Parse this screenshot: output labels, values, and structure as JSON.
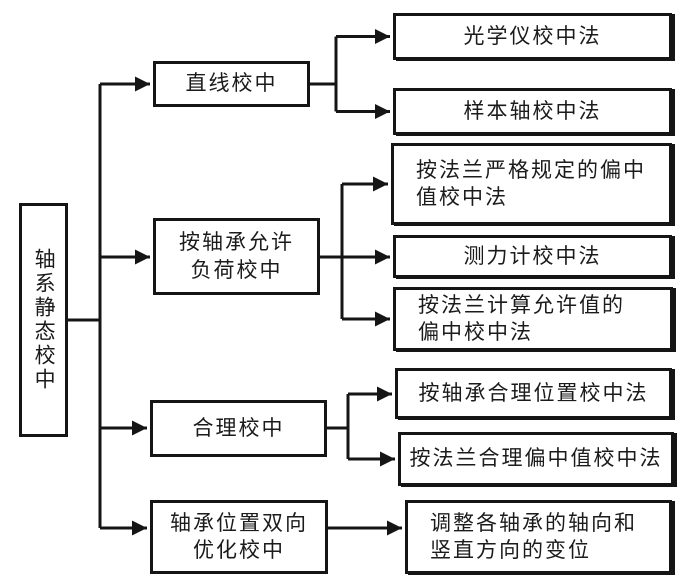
{
  "colors": {
    "ink": "#1b1b1b",
    "background": "#ffffff"
  },
  "diagram": {
    "root": {
      "label": "轴系静态校中"
    },
    "branches": [
      {
        "label": "直线校中",
        "children": [
          "光学仪校中法",
          "样本轴校中法"
        ]
      },
      {
        "label": "按轴承允许\n负荷校中",
        "children": [
          "按法兰严格规定的偏中\n值校中法",
          "测力计校中法",
          "按法兰计算允许值的\n偏中校中法"
        ]
      },
      {
        "label": "合理校中",
        "children": [
          "按轴承合理位置校中法",
          "按法兰合理偏中值校中法"
        ]
      },
      {
        "label": "轴承位置双向\n优化校中",
        "children": [
          "调整各轴承的轴向和\n竖直方向的变位"
        ]
      }
    ]
  }
}
